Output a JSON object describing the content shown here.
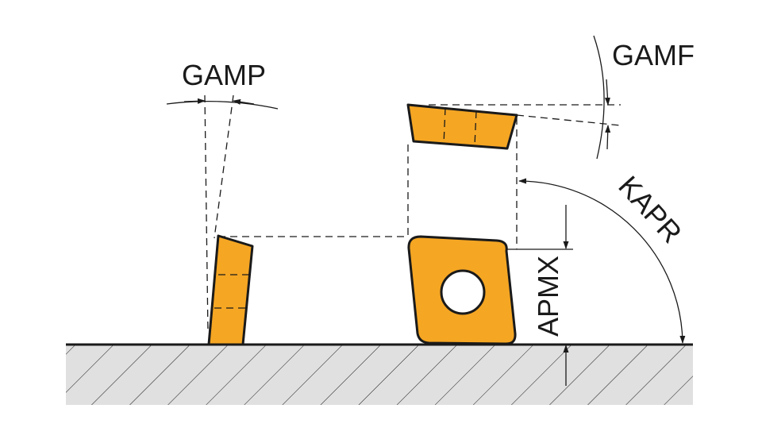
{
  "labels": {
    "gamp": "GAMP",
    "gamf": "GAMF",
    "kapr": "KAPR",
    "apmx": "APMX"
  },
  "colors": {
    "insert_fill": "#F5A623",
    "line": "#1a1a1a",
    "workpiece_fill": "#e0e0e0",
    "background": "#ffffff"
  }
}
